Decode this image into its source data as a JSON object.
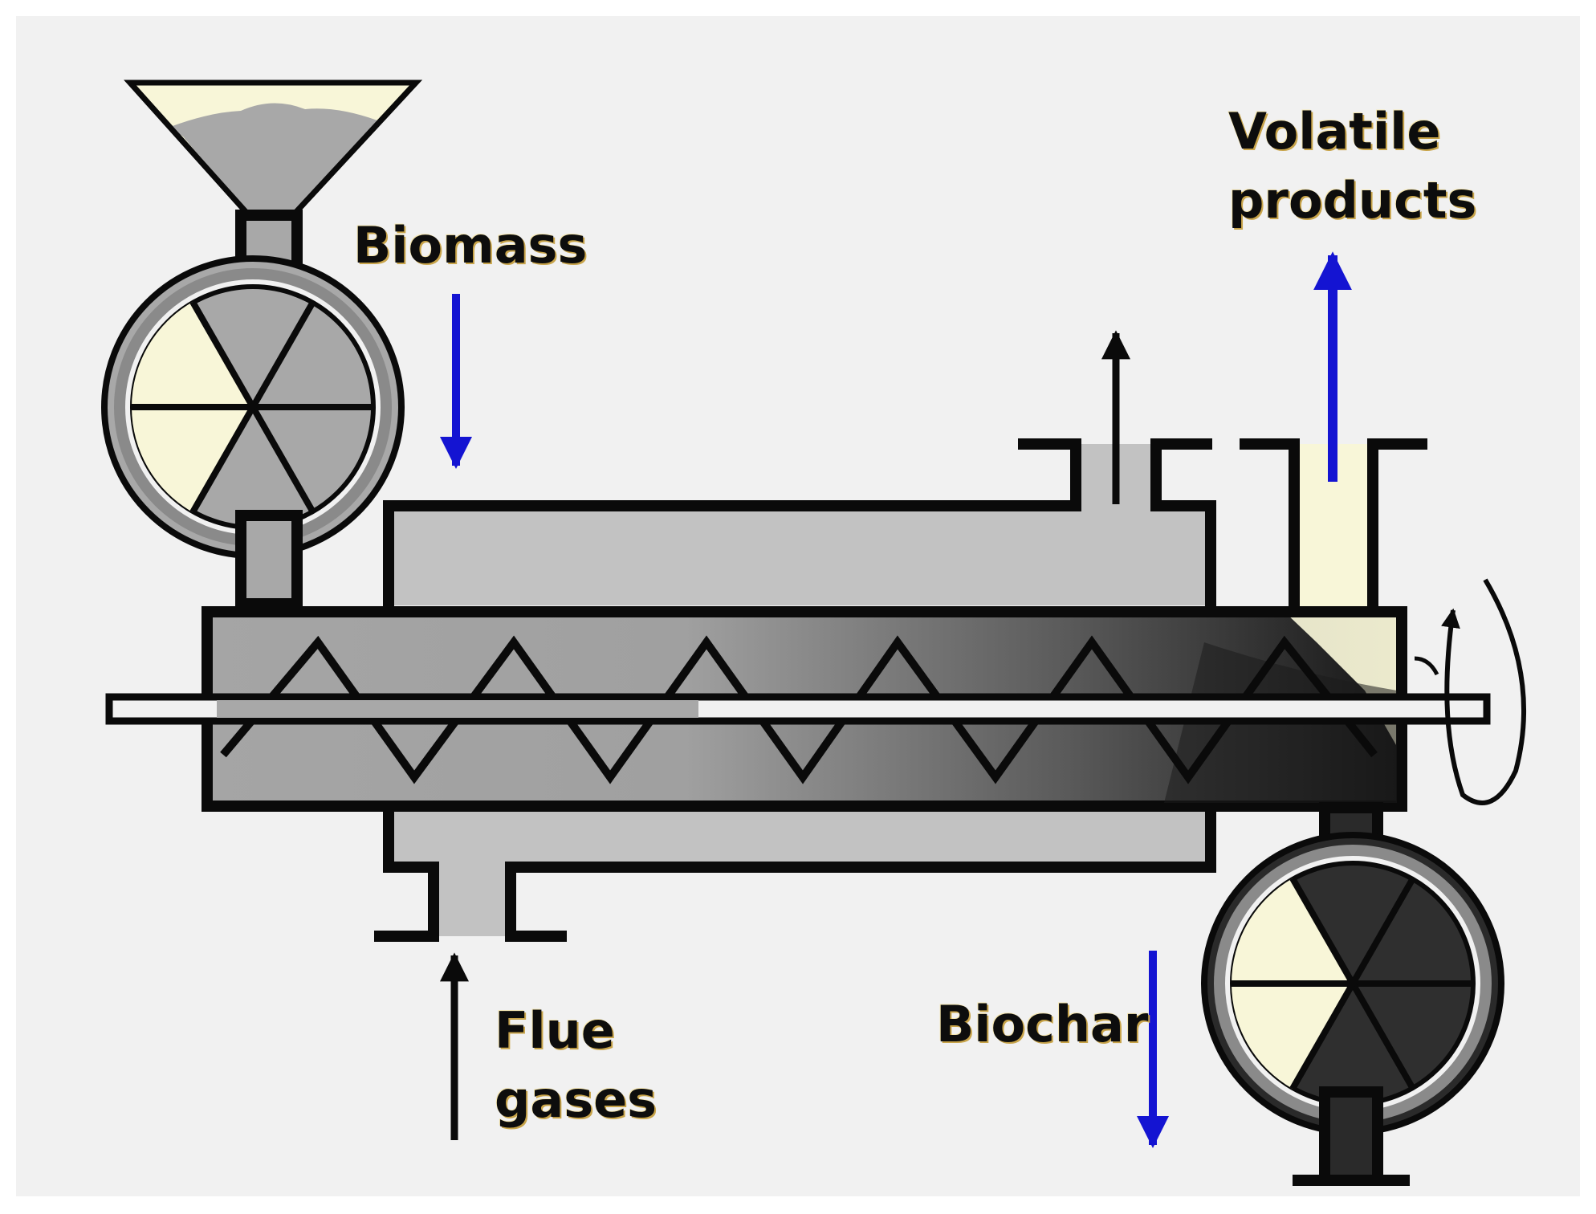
{
  "labels": {
    "biomass": "Biomass",
    "volatile_line1": "Volatile",
    "volatile_line2": "products",
    "flue_line1": "Flue",
    "flue_line2": "gases",
    "biochar": "Biochar"
  },
  "colors": {
    "background": "#f1f1f1",
    "feed_cream": "#f8f6d8",
    "biomass_gray": "#a8a8a8",
    "jacket_gray": "#c2c2c2",
    "char_dark": "#1f1f1f",
    "outline": "#0a0a0a",
    "blue_arrow": "#1414d2",
    "label_text": "#0d0d0d"
  },
  "arrows": {
    "biomass_in": "blue-down-arrow",
    "volatile_out": "blue-up-arrow",
    "biochar_out": "blue-down-arrow",
    "flue_in": "black-up-arrow",
    "flue_out": "black-up-arrow",
    "shaft_rotation": "rotation-arrow"
  }
}
